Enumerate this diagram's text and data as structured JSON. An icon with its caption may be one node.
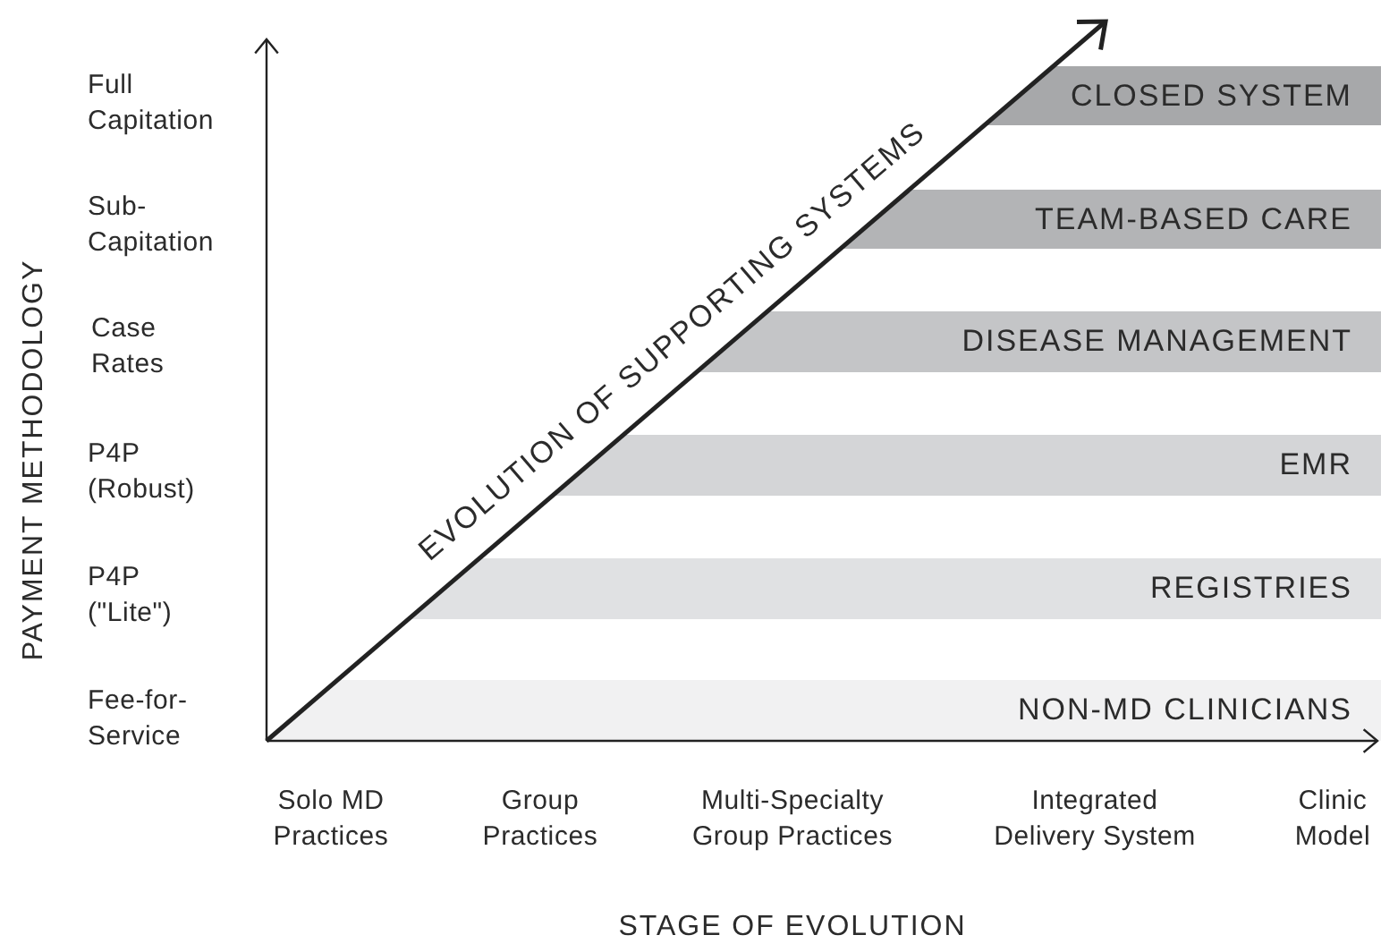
{
  "diagram": {
    "nodes": [
      {
        "text": [
          "CLOSED SYSTEM"
        ]
      },
      {
        "text": [
          "TEAM-BASED CARE"
        ]
      },
      {
        "text": [
          "DISEASE MANAGEMENT"
        ]
      },
      {
        "text": [
          "EMR"
        ]
      },
      {
        "text": [
          "REGISTRIES"
        ]
      },
      {
        "text": [
          "NON-MD CLINICIANS"
        ]
      }
    ],
    "labels": [
      "Full Capitation",
      "Sub- Capitation",
      "Case Rates",
      "P4P (Robust)",
      "P4P (\"Lite\")",
      "Fee-for- Service",
      "PAYMENT METHODOLOGY",
      "EVOLUTION OF SUPPORTING SYSTEMS",
      "Solo MD Practices",
      "Group Practices",
      "Multi-Specialty Group Practices",
      "Integrated Delivery System",
      "Clinic Model",
      "STAGE OF EVOLUTION"
    ]
  }
}
